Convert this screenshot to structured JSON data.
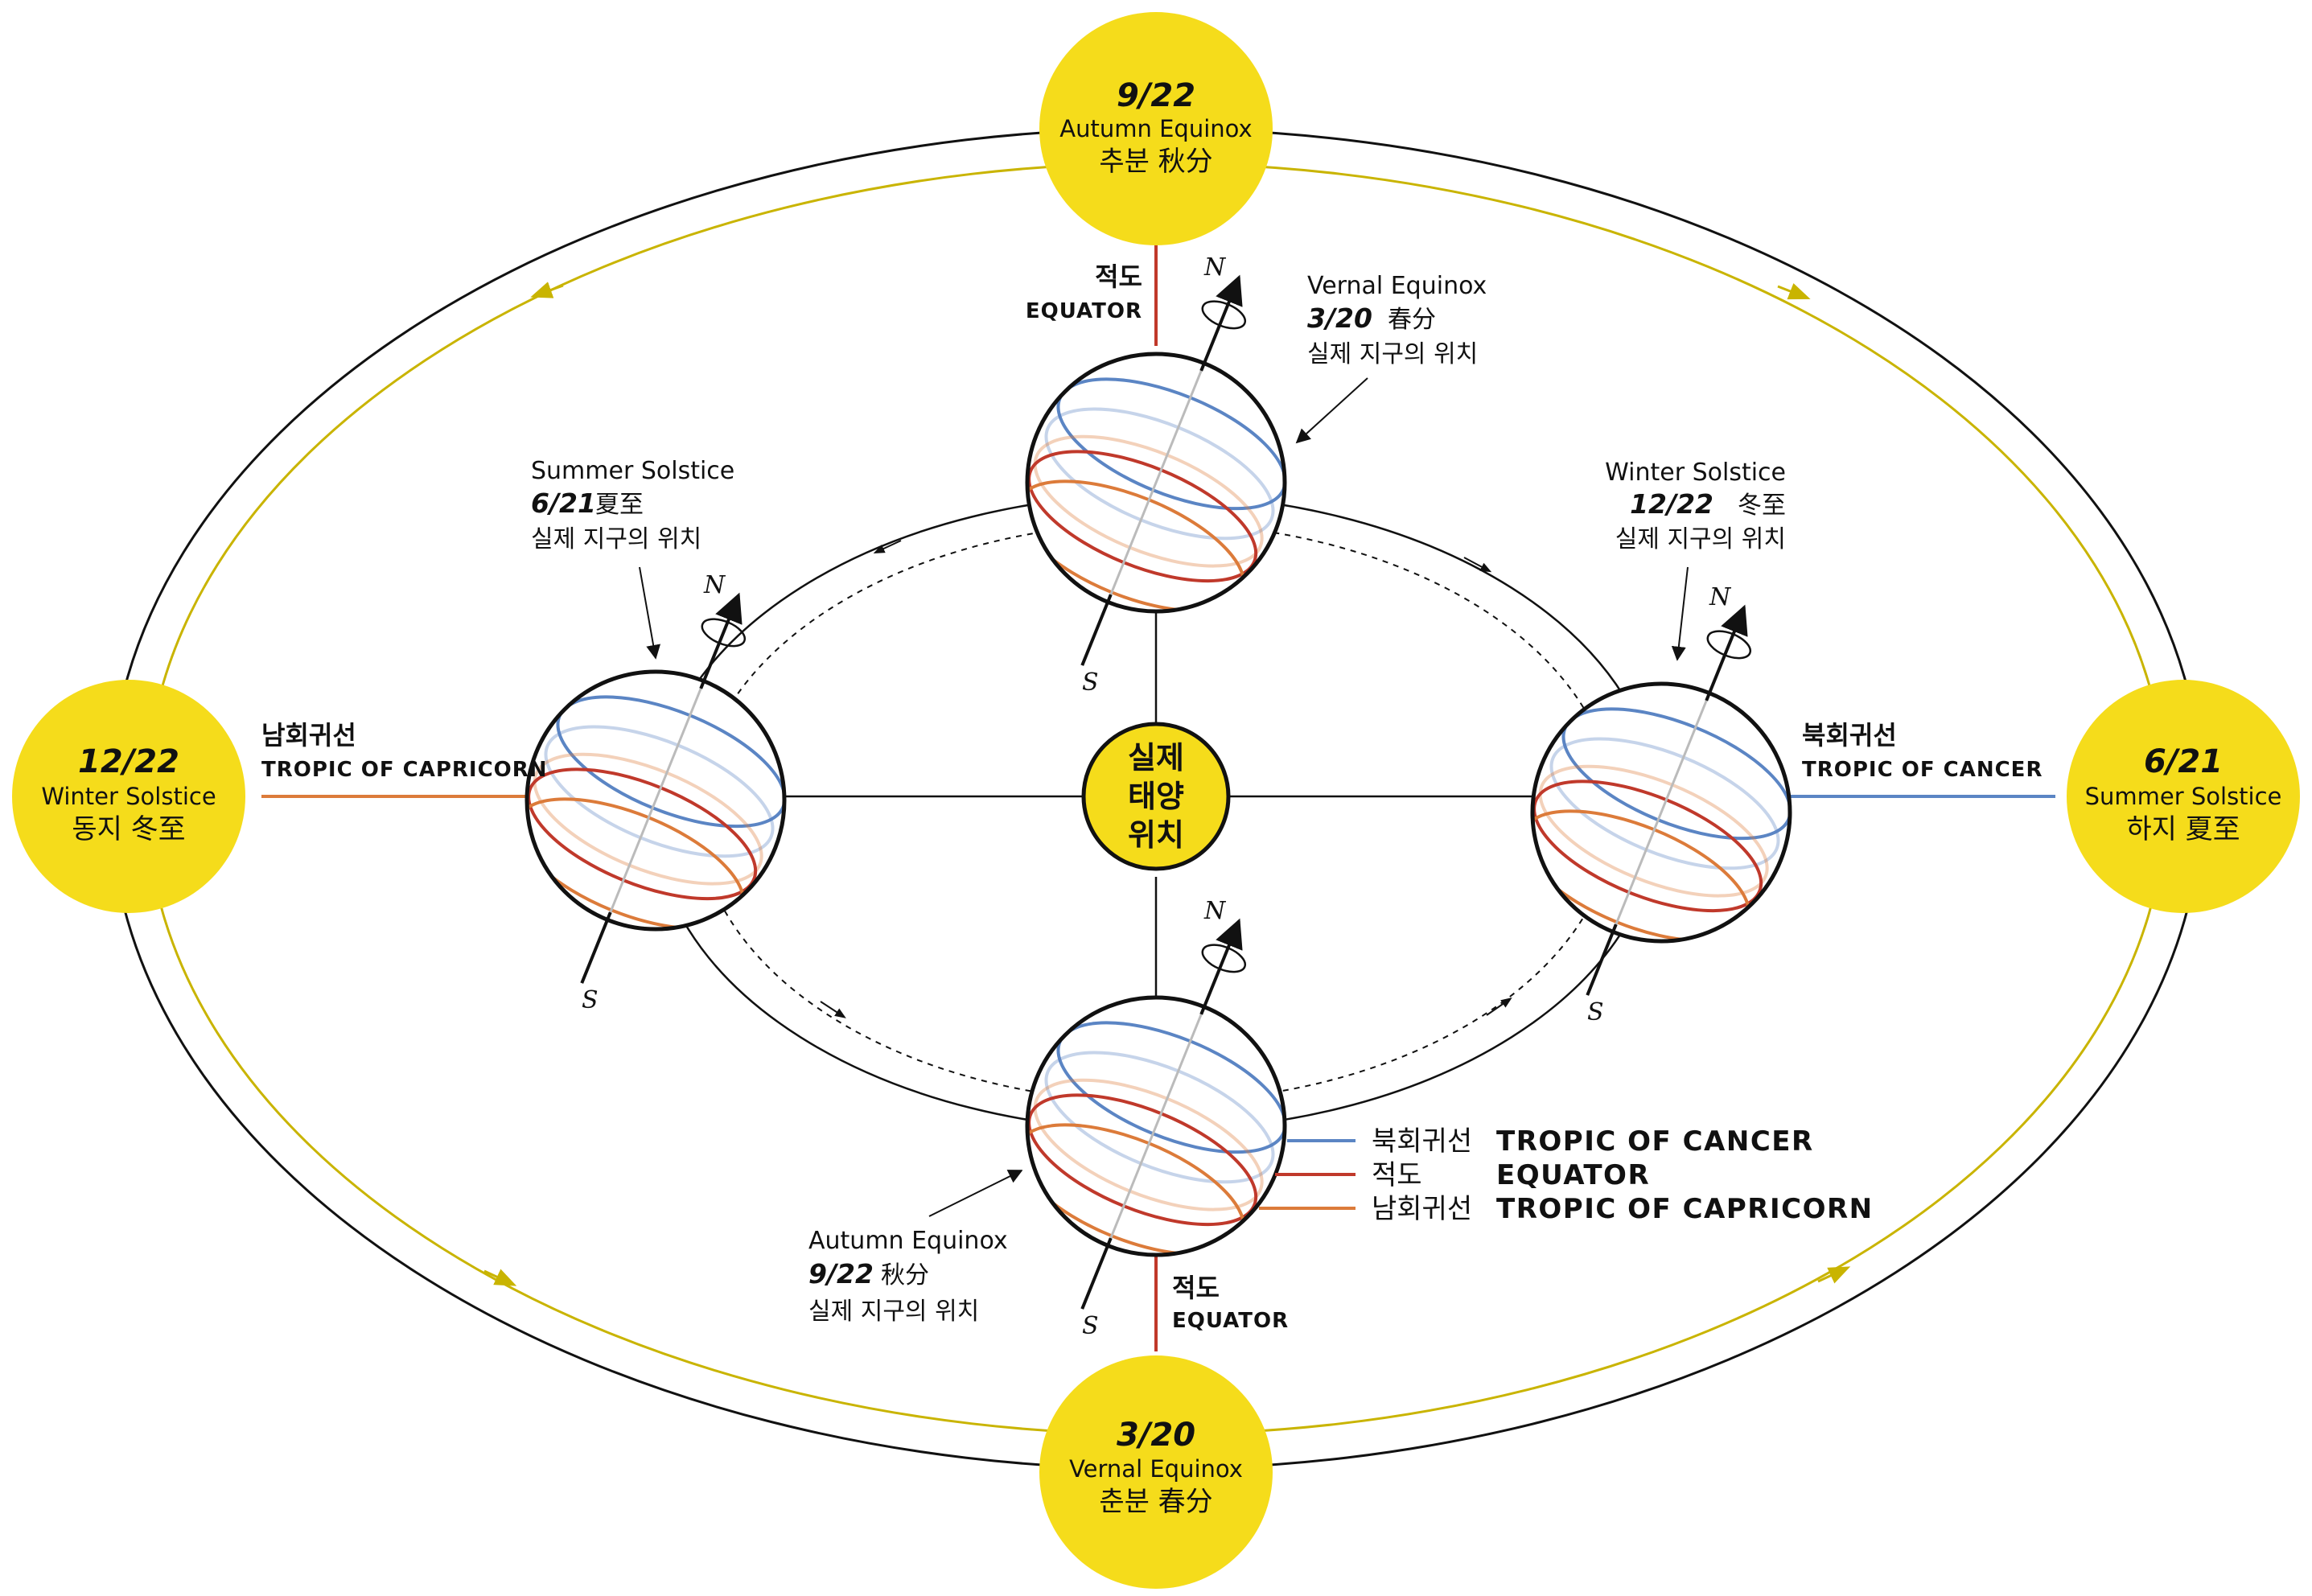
{
  "colors": {
    "sun_fill": "#f5dc1b",
    "orbit_inner": "#c9b400",
    "orbit_outer": "#111111",
    "tropic_cancer": "#5b85c4",
    "equator": "#c0392b",
    "tropic_capricorn": "#dc7b3a",
    "axis": "#111111"
  },
  "suns": {
    "top": {
      "date": "9/22",
      "en": "Autumn Equinox",
      "ko": "추분 秋分"
    },
    "bottom": {
      "date": "3/20",
      "en": "Vernal Equinox",
      "ko": "춘분 春分"
    },
    "left": {
      "date": "12/22",
      "en": "Winter Solstice",
      "ko": "동지 冬至"
    },
    "right": {
      "date": "6/21",
      "en": "Summer Solstice",
      "ko": "하지 夏至"
    }
  },
  "center": {
    "line1": "실제",
    "line2": "태양",
    "line3": "위치"
  },
  "earth_labels": {
    "top": {
      "en": "Vernal Equinox",
      "date": "3/20",
      "hanja": "春分",
      "ko": "실제 지구의 위치"
    },
    "left": {
      "en": "Summer Solstice",
      "date": "6/21",
      "hanja": "夏至",
      "ko": "실제 지구의 위치"
    },
    "right": {
      "en": "Winter Solstice",
      "date": "12/22",
      "hanja": "冬至",
      "ko": "실제 지구의 위치"
    },
    "bottom": {
      "en": "Autumn Equinox",
      "date": "9/22",
      "hanja": "秋分",
      "ko": "실제 지구의 위치"
    }
  },
  "ref_lines": {
    "top_equator": {
      "ko": "적도",
      "en": "EQUATOR"
    },
    "bottom_equator": {
      "ko": "적도",
      "en": "EQUATOR"
    },
    "left_tropic": {
      "ko": "남회귀선",
      "en": "TROPIC OF CAPRICORN"
    },
    "right_tropic": {
      "ko": "북회귀선",
      "en": "TROPIC OF CANCER"
    }
  },
  "legend": [
    {
      "ko": "북회귀선",
      "en": "TROPIC OF CANCER",
      "color": "#5b85c4"
    },
    {
      "ko": "적도",
      "en": "EQUATOR",
      "color": "#c0392b"
    },
    {
      "ko": "남회귀선",
      "en": "TROPIC OF CAPRICORN",
      "color": "#dc7b3a"
    }
  ],
  "poles": {
    "north": "N",
    "south": "S"
  }
}
